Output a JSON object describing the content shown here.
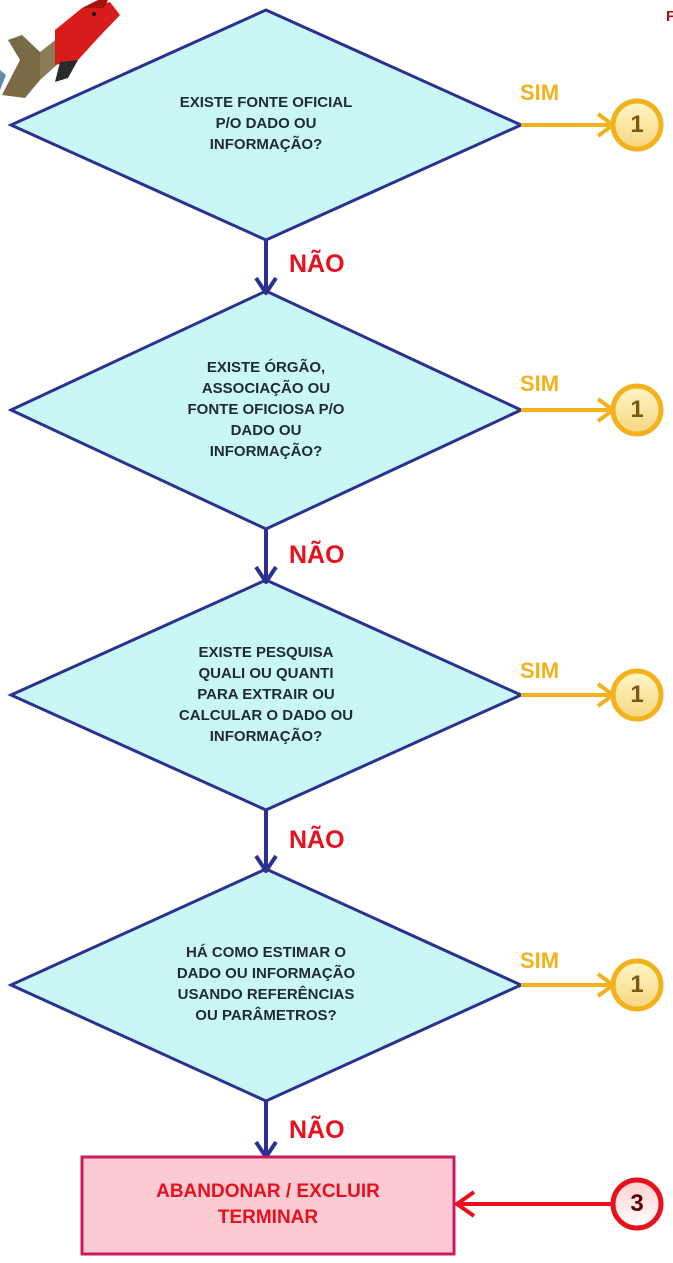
{
  "corner_text": "F",
  "decisions": [
    {
      "lines": [
        "EXISTE FONTE OFICIAL",
        "P/O DADO OU",
        "INFORMAÇÃO?"
      ],
      "no_label": "NÃO",
      "yes_label": "SIM",
      "yes_target": "1"
    },
    {
      "lines": [
        "EXISTE ÓRGÃO,",
        "ASSOCIAÇÃO OU",
        "FONTE OFICIOSA P/O",
        "DADO OU",
        "INFORMAÇÃO?"
      ],
      "no_label": "NÃO",
      "yes_label": "SIM",
      "yes_target": "1"
    },
    {
      "lines": [
        "EXISTE PESQUISA",
        "QUALI OU QUANTI",
        "PARA EXTRAIR OU",
        "CALCULAR O DADO OU",
        "INFORMAÇÃO?"
      ],
      "no_label": "NÃO",
      "yes_label": "SIM",
      "yes_target": "1"
    },
    {
      "lines": [
        "HÁ COMO ESTIMAR O",
        "DADO OU INFORMAÇÃO",
        "USANDO REFERÊNCIAS",
        "OU PARÂMETROS?"
      ],
      "no_label": "NÃO",
      "yes_label": "SIM",
      "yes_target": "1"
    }
  ],
  "process": {
    "lines": [
      "ABANDONAR / EXCLUIR",
      "TERMINAR"
    ],
    "incoming_connector": "3"
  },
  "colors": {
    "diamond_fill": "#c9f7f5",
    "diamond_stroke": "#2b3190",
    "yes_arrow": "#f3b21c",
    "no_arrow": "#2b3190",
    "process_fill": "#fbcad3",
    "process_stroke": "#cc1a5e",
    "end_connector": "#e8101c"
  },
  "logo": "red-tanager-bird"
}
